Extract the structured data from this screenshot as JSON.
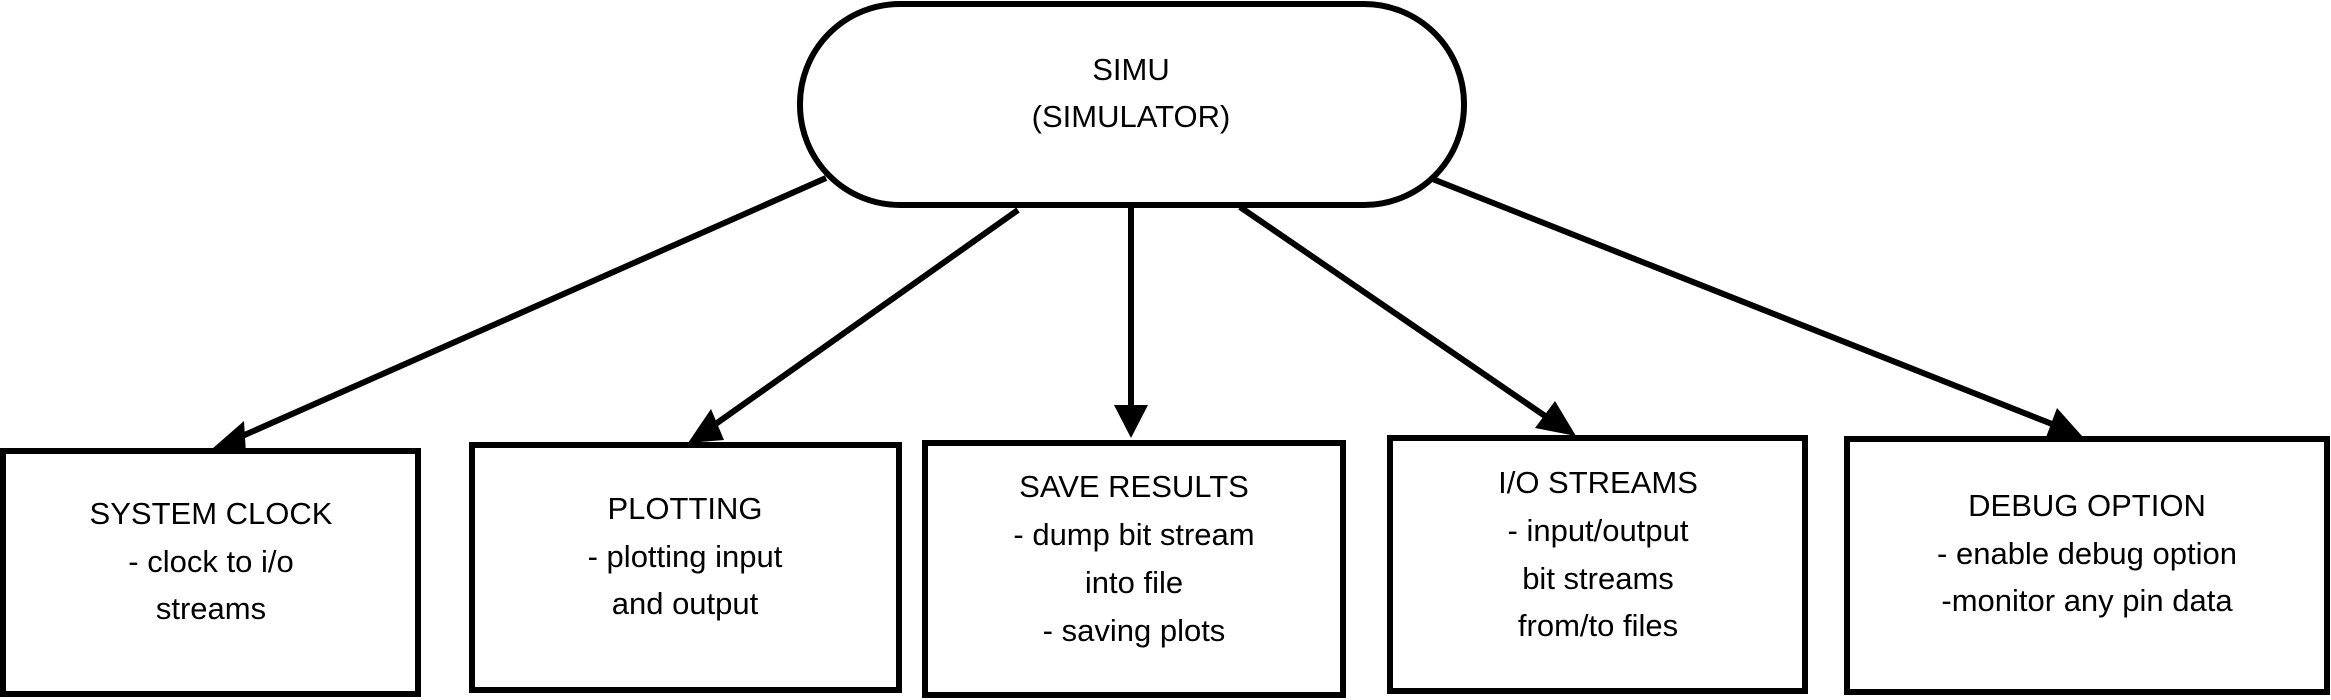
{
  "root": {
    "lines": [
      "SIMU",
      "(SIMULATOR)"
    ]
  },
  "boxes": [
    {
      "id": "system-clock",
      "lines": [
        "SYSTEM CLOCK",
        "- clock to i/o",
        "streams"
      ]
    },
    {
      "id": "plotting",
      "lines": [
        "PLOTTING",
        "- plotting input",
        "and output"
      ]
    },
    {
      "id": "save-results",
      "lines": [
        "SAVE RESULTS",
        "- dump bit stream",
        "into file",
        "- saving plots"
      ]
    },
    {
      "id": "io-streams",
      "lines": [
        "I/O STREAMS",
        "- input/output",
        "bit streams",
        "from/to files"
      ]
    },
    {
      "id": "debug-option",
      "lines": [
        "DEBUG OPTION",
        "- enable debug option",
        "-monitor any pin data"
      ]
    }
  ],
  "colors": {
    "stroke": "#000000",
    "fill": "#ffffff",
    "text": "#000000"
  }
}
